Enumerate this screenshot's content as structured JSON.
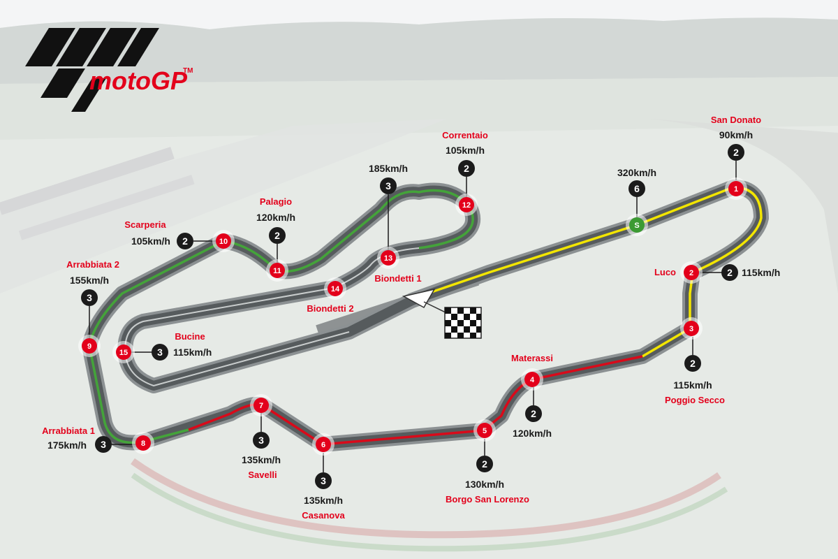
{
  "brand": {
    "name": "motoGP",
    "trademark": "TM"
  },
  "colors": {
    "corner_red": "#e3001b",
    "gear_black": "#1b1b1b",
    "start_green": "#3c9a33",
    "sector_yellow": "#f2e500",
    "sector_red": "#d90a1a",
    "sector_green": "#44a33a",
    "track_dark": "#555a5c",
    "track_edge": "#9aa09f",
    "label_red": "#e3001b"
  },
  "start": {
    "label": "S",
    "gear": "6",
    "speed": "320km/h"
  },
  "corners": [
    {
      "num": "1",
      "name": "San Donato",
      "gear": "2",
      "speed": "90km/h"
    },
    {
      "num": "2",
      "name": "Luco",
      "gear": "2",
      "speed": "115km/h"
    },
    {
      "num": "3",
      "name": "Poggio Secco",
      "gear": "2",
      "speed": "115km/h"
    },
    {
      "num": "4",
      "name": "Materassi",
      "gear": "2",
      "speed": "120km/h"
    },
    {
      "num": "5",
      "name": "Borgo San Lorenzo",
      "gear": "2",
      "speed": "130km/h"
    },
    {
      "num": "6",
      "name": "Casanova",
      "gear": "3",
      "speed": "135km/h"
    },
    {
      "num": "7",
      "name": "Savelli",
      "gear": "3",
      "speed": "135km/h"
    },
    {
      "num": "8",
      "name": "Arrabbiata 1",
      "gear": "3",
      "speed": "175km/h"
    },
    {
      "num": "9",
      "name": "Arrabbiata 2",
      "gear": "3",
      "speed": "155km/h"
    },
    {
      "num": "10",
      "name": "Scarperia",
      "gear": "2",
      "speed": "105km/h"
    },
    {
      "num": "11",
      "name": "Palagio",
      "gear": "2",
      "speed": "120km/h"
    },
    {
      "num": "12",
      "name": "Correntaio",
      "gear": "2",
      "speed": "105km/h"
    },
    {
      "num": "13",
      "name": "Biondetti 1",
      "gear": "3",
      "speed": "185km/h"
    },
    {
      "num": "14",
      "name": "Biondetti 2",
      "gear": "",
      "speed": ""
    },
    {
      "num": "15",
      "name": "Bucine",
      "gear": "3",
      "speed": "115km/h"
    }
  ],
  "icons": {
    "logo": "motogp-logo-icon",
    "finish": "checkered-flag-icon",
    "direction": "direction-arrow-icon"
  }
}
